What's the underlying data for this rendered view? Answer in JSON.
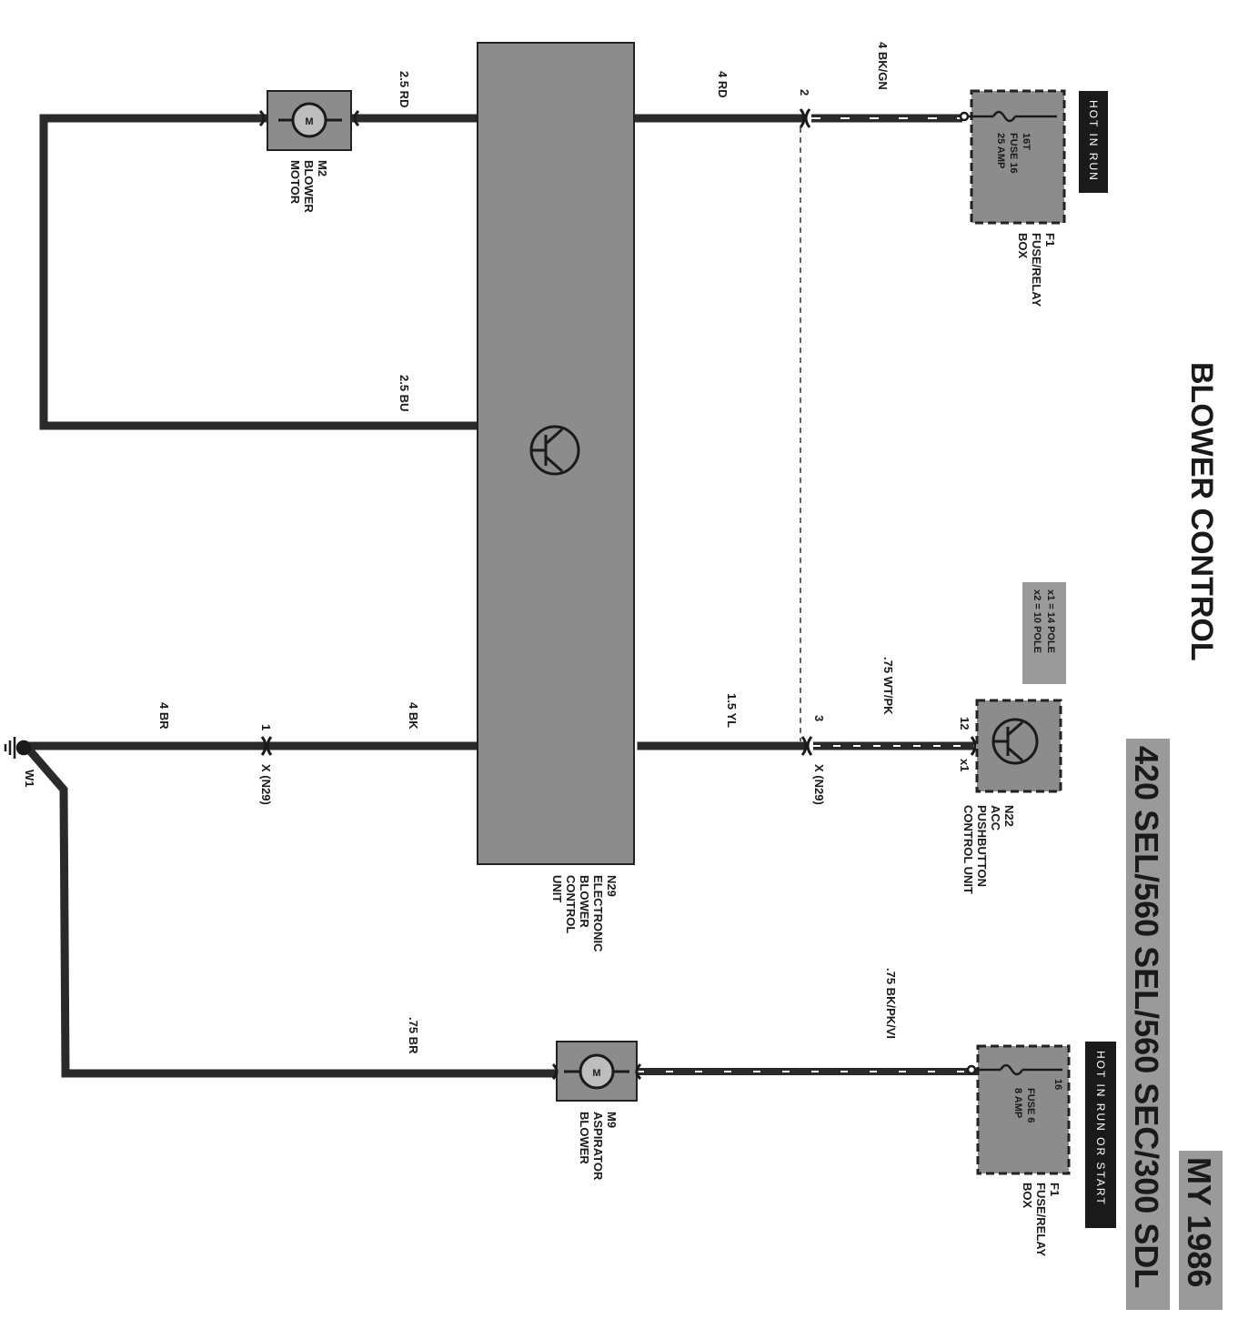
{
  "title": "BLOWER CONTROL",
  "model_banner": "420 SEL/560 SEL/560 SEC/300 SDL",
  "year_banner": "MY 1986",
  "hot_labels": {
    "run": "HOT IN RUN",
    "run_or_start": "HOT IN RUN OR START"
  },
  "components": {
    "m2": [
      "M2",
      "BLOWER",
      "MOTOR"
    ],
    "m9": [
      "M9",
      "ASPIRATOR",
      "BLOWER"
    ],
    "n29": [
      "N29",
      "ELECTRONIC",
      "BLOWER",
      "CONTROL",
      "UNIT"
    ],
    "n22": [
      "N22",
      "ACC",
      "PUSHBUTTON",
      "CONTROL UNIT"
    ],
    "f1_top": [
      "F1",
      "FUSE/RELAY",
      "BOX"
    ],
    "f1_bottom": [
      "F1",
      "FUSE/RELAY",
      "BOX"
    ],
    "w1": "W1"
  },
  "fuses": {
    "fuse16": [
      "16T",
      "FUSE 16",
      "25 AMP"
    ],
    "fuse6": [
      "16",
      "FUSE 6",
      "8 AMP"
    ]
  },
  "pole_note": [
    "x1 = 14 POLE",
    "x2 = 10 POLE"
  ],
  "wires": {
    "w_25rd": "2.5 RD",
    "w_25bu": "2.5 BU",
    "w_4rd": "4 RD",
    "w_4bkgn": "4 BK/GN",
    "w_4bk": "4 BK",
    "w_4br": "4 BR",
    "w_15yl": "1.5 YL",
    "w_75wtpk": ".75 WT/PK",
    "w_75br": ".75 BR",
    "w_75bkpkvi": ".75 BK/PK/VI"
  },
  "pins": {
    "p2": "2",
    "p3": "3",
    "p1": "1",
    "p12": "12",
    "x1": "x1",
    "xn29_a": "X (N29)",
    "xn29_b": "X (N29)"
  }
}
